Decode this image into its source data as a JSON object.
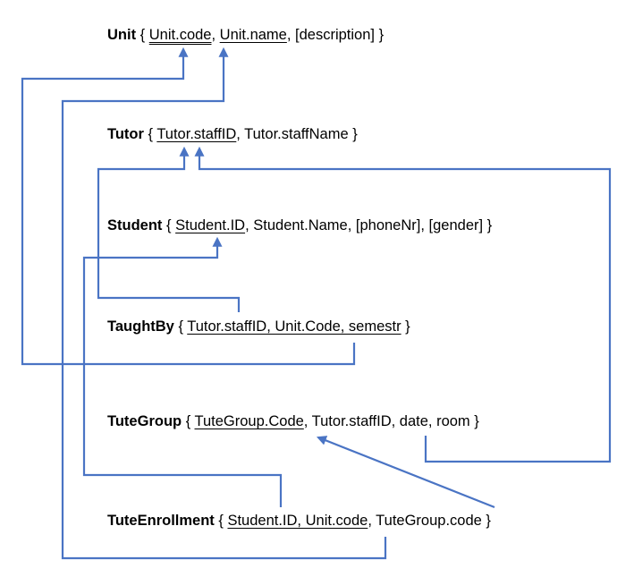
{
  "relations": {
    "unit": {
      "name": "Unit",
      "open": " { ",
      "a1": "Unit.code",
      "s1": ", ",
      "a2": "Unit.name",
      "s2": ", [description] }"
    },
    "tutor": {
      "name": "Tutor",
      "open": " { ",
      "a1": "Tutor.staffID",
      "s1": ", Tutor.staffName }"
    },
    "student": {
      "name": "Student",
      "open": " { ",
      "a1": "Student.ID",
      "s1": ", Student.Name, [phoneNr], [gender] }"
    },
    "taughtby": {
      "name": "TaughtBy",
      "open": " { ",
      "a1": "Tutor.staffID, Unit.Code, semestr",
      "s1": " }"
    },
    "tutegroup": {
      "name": "TuteGroup",
      "open": " { ",
      "a1": "TuteGroup.Code",
      "s1": ", Tutor.staffID, date, room }"
    },
    "tuteenrollment": {
      "name": "TuteEnrollment",
      "open": " { ",
      "a1": "Student.ID, Unit.code",
      "s1": ", TuteGroup.code }"
    }
  },
  "colors": {
    "arrow": "#4a74c4",
    "text": "#000000",
    "background": "#ffffff"
  }
}
